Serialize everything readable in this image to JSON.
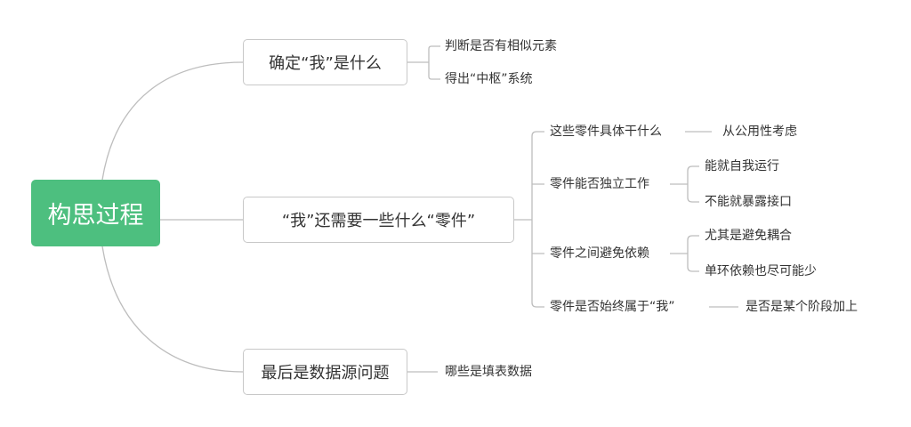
{
  "root": {
    "label": "构思过程"
  },
  "branch1": {
    "label": "确定“我”是什么",
    "children": [
      "判断是否有相似元素",
      "得出“中枢”系统"
    ]
  },
  "branch2": {
    "label": "“我”还需要一些什么“零件”",
    "children": [
      {
        "label": "这些零件具体干什么",
        "children": [
          "从公用性考虑"
        ]
      },
      {
        "label": "零件能否独立工作",
        "children": [
          "能就自我运行",
          "不能就暴露接口"
        ]
      },
      {
        "label": "零件之间避免依赖",
        "children": [
          "尤其是避免耦合",
          "单环依赖也尽可能少"
        ]
      },
      {
        "label": "零件是否始终属于“我”",
        "children": [
          "是否是某个阶段加上"
        ]
      }
    ]
  },
  "branch3": {
    "label": "最后是数据源问题",
    "children": [
      "哪些是填表数据"
    ]
  },
  "colors": {
    "root_fill": "#4dbf7f",
    "connector": "#bdbdbd",
    "box_border": "#c8c8c8"
  }
}
